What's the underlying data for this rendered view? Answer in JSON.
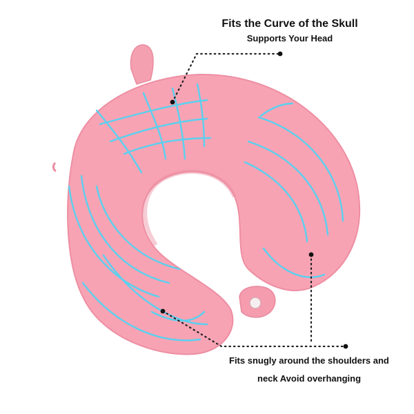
{
  "image": {
    "subject": "pink-u-shaped-neck-pillow",
    "colors": {
      "pillow": "#f7a3b4",
      "pillow_shadow": "#ee8ea2",
      "stitch": "#5ad0ef",
      "text": "#111111",
      "background": "#ffffff"
    }
  },
  "callouts": {
    "top_title": "Fits the Curve of the Skull",
    "top_subtitle": "Supports Your Head",
    "bottom_line_1": "Fits snugly around the shoulders and",
    "bottom_line_2": "neck Avoid overhanging"
  }
}
